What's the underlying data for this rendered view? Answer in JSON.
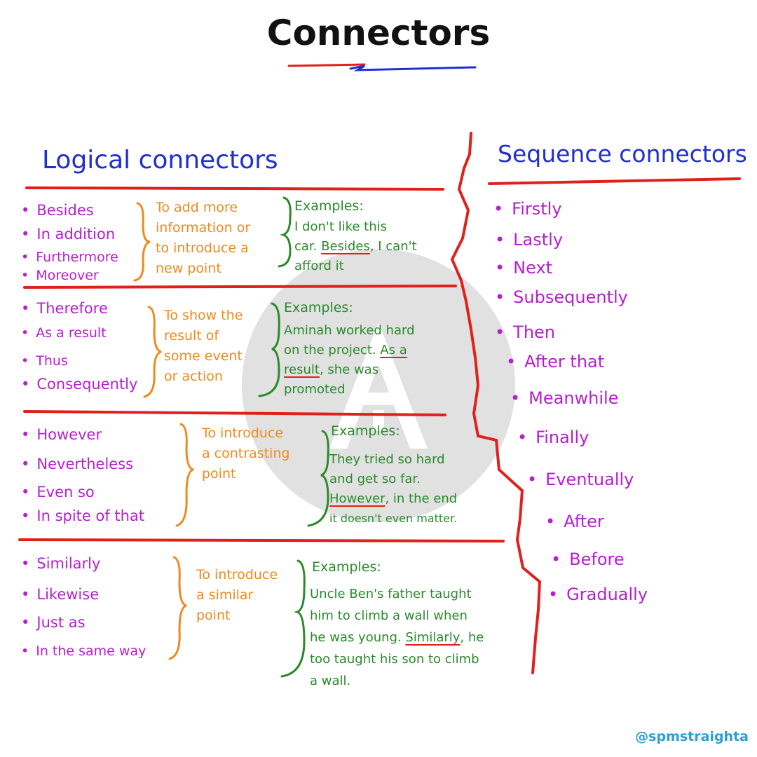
{
  "title": "Connectors",
  "logical": {
    "heading": "Logical connectors",
    "groups": [
      {
        "connectors": [
          "Besides",
          "In addition",
          "Furthermore",
          "Moreover"
        ],
        "purpose": [
          "To add more",
          "information or",
          "to introduce a",
          "new point"
        ],
        "example_label": "Examples:",
        "example_lines": [
          {
            "pre": "I don't like this",
            "hl": "",
            "post": ""
          },
          {
            "pre": "car. ",
            "hl": "Besides",
            "post": ", I can't"
          },
          {
            "pre": "afford it",
            "hl": "",
            "post": ""
          }
        ]
      },
      {
        "connectors": [
          "Therefore",
          "As a result",
          "Thus",
          "Consequently"
        ],
        "purpose": [
          "To show the",
          "result of",
          "some event",
          "or action"
        ],
        "example_label": "Examples:",
        "example_lines": [
          {
            "pre": "Aminah worked hard",
            "hl": "",
            "post": ""
          },
          {
            "pre": "on the project. ",
            "hl": "As a",
            "post": ""
          },
          {
            "pre": "",
            "hl": "result",
            "post": ", she was"
          },
          {
            "pre": "promoted",
            "hl": "",
            "post": ""
          }
        ]
      },
      {
        "connectors": [
          "However",
          "Nevertheless",
          "Even so",
          "In spite of that"
        ],
        "purpose": [
          "To introduce",
          "a contrasting",
          "point"
        ],
        "example_label": "Examples:",
        "example_lines": [
          {
            "pre": "They tried so hard",
            "hl": "",
            "post": ""
          },
          {
            "pre": "and get so far.",
            "hl": "",
            "post": ""
          },
          {
            "pre": "",
            "hl": "However",
            "post": ", in the end"
          },
          {
            "pre": "it doesn't even matter.",
            "hl": "",
            "post": ""
          }
        ]
      },
      {
        "connectors": [
          "Similarly",
          "Likewise",
          "Just as",
          "In the same way"
        ],
        "purpose": [
          "To introduce",
          "a similar",
          "point"
        ],
        "example_label": "Examples:",
        "example_lines": [
          {
            "pre": "Uncle Ben's father taught",
            "hl": "",
            "post": ""
          },
          {
            "pre": "him to climb a wall when",
            "hl": "",
            "post": ""
          },
          {
            "pre": "he was young. ",
            "hl": "Similarly",
            "post": ", he"
          },
          {
            "pre": "too taught his son to climb",
            "hl": "",
            "post": ""
          },
          {
            "pre": "a wall.",
            "hl": "",
            "post": ""
          }
        ]
      }
    ]
  },
  "sequence": {
    "heading": "Sequence connectors",
    "items": [
      "Firstly",
      "Lastly",
      "Next",
      "Subsequently",
      "Then",
      "After that",
      "Meanwhile",
      "Finally",
      "Eventually",
      "After",
      "Before",
      "Gradually"
    ]
  },
  "handle": "@spmstraighta",
  "colors": {
    "title": "#111111",
    "heading": "#1f2fd0",
    "connector": "#b61fd0",
    "purpose": "#ee8a1d",
    "example": "#2a8a2a",
    "divider": "#e0201a",
    "handle": "#2a9fd6"
  }
}
